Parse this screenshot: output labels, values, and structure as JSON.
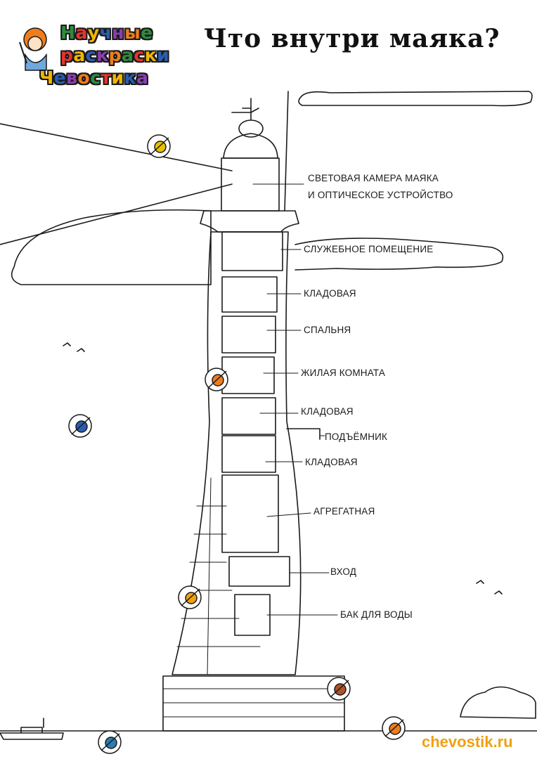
{
  "logo": {
    "line1": "Научные",
    "line2": "раскраски",
    "line3": "Чевостика",
    "colors": [
      "#2e8b3e",
      "#e8342a",
      "#f2b600",
      "#2a5db0",
      "#8a3fb0",
      "#f07d1a"
    ]
  },
  "title": "Что внутри маяка?",
  "labels": {
    "light_chamber_1": "СВЕТОВАЯ КАМЕРА МАЯКА",
    "light_chamber_2": "И ОПТИЧЕСКОЕ УСТРОЙСТВО",
    "service_room": "СЛУЖЕБНОЕ ПОМЕЩЕНИЕ",
    "storeroom_1": "КЛАДОВАЯ",
    "bedroom": "СПАЛЬНЯ",
    "living_room": "ЖИЛАЯ КОМНАТА",
    "storeroom_2": "КЛАДОВАЯ",
    "lift": "ПОДЪЁМНИК",
    "storeroom_3": "КЛАДОВАЯ",
    "generator_room": "АГРЕГАТНАЯ",
    "entrance": "ВХОД",
    "water_tank": "БАК ДЛЯ ВОДЫ"
  },
  "site": {
    "text": "chevostik.ru",
    "color": "#f0a010"
  },
  "palette_icons": [
    "brush-color-icon-yellow",
    "brush-color-icon-blue",
    "brush-color-icon-orange",
    "brush-color-icon-orange-2",
    "brush-color-icon-brown",
    "brush-color-icon-orange-3",
    "brush-color-icon-blue-2"
  ]
}
